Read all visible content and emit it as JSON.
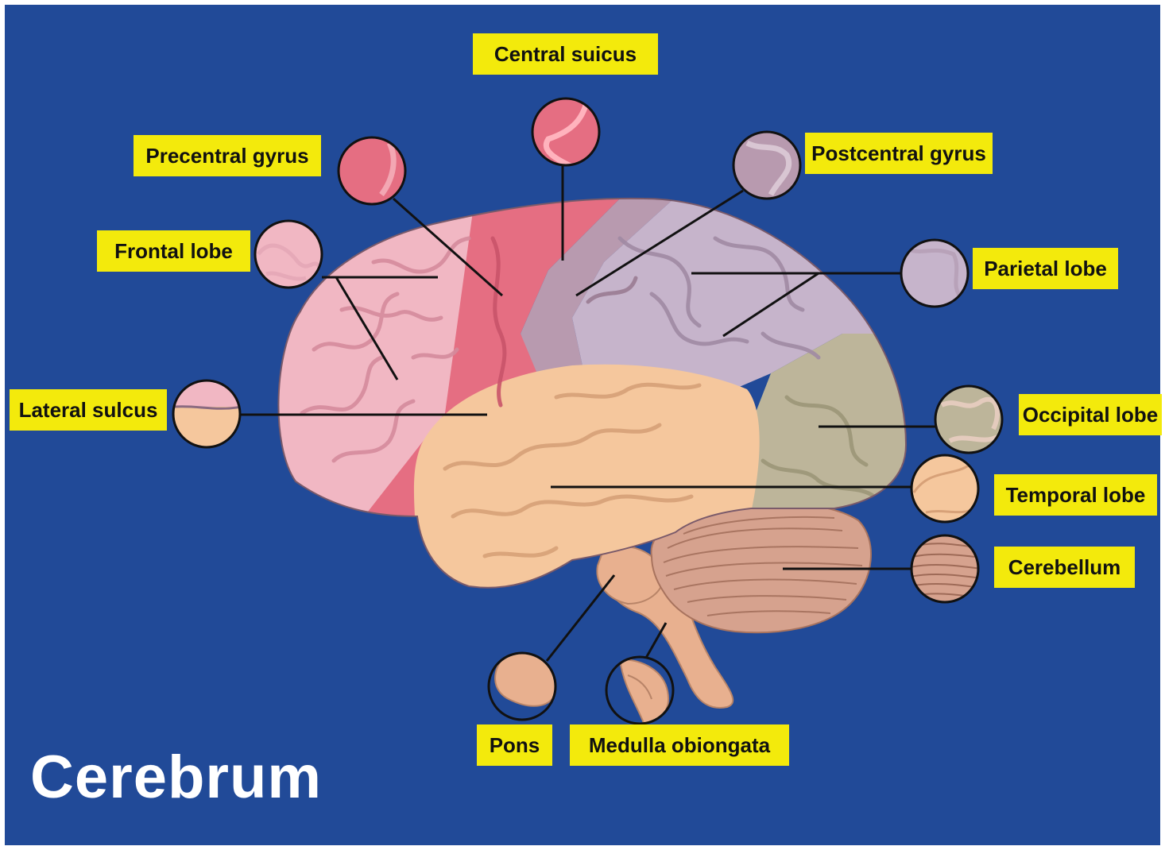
{
  "title": "Cerebrum",
  "colors": {
    "background": "#214a98",
    "frontal": "#f1b7c3",
    "precentral": "#e56e82",
    "parietal": "#c6b4cb",
    "postcentral": "#b89aaf",
    "temporal": "#f5c79d",
    "occipital": "#bdb59a",
    "cerebellum": "#d6a28e",
    "brainstem": "#e8b08f",
    "label_bg": "#f3ea0c"
  },
  "labels": {
    "central_sulcus": "Central suicus",
    "precentral_gyrus": "Precentral gyrus",
    "postcentral_gyrus": "Postcentral gyrus",
    "frontal_lobe": "Frontal lobe",
    "parietal_lobe": "Parietal lobe",
    "lateral_sulcus": "Lateral sulcus",
    "occipital_lobe": "Occipital lobe",
    "temporal_lobe": "Temporal lobe",
    "cerebellum": "Cerebellum",
    "pons": "Pons",
    "medulla_oblongata": "Medulla obiongata"
  }
}
